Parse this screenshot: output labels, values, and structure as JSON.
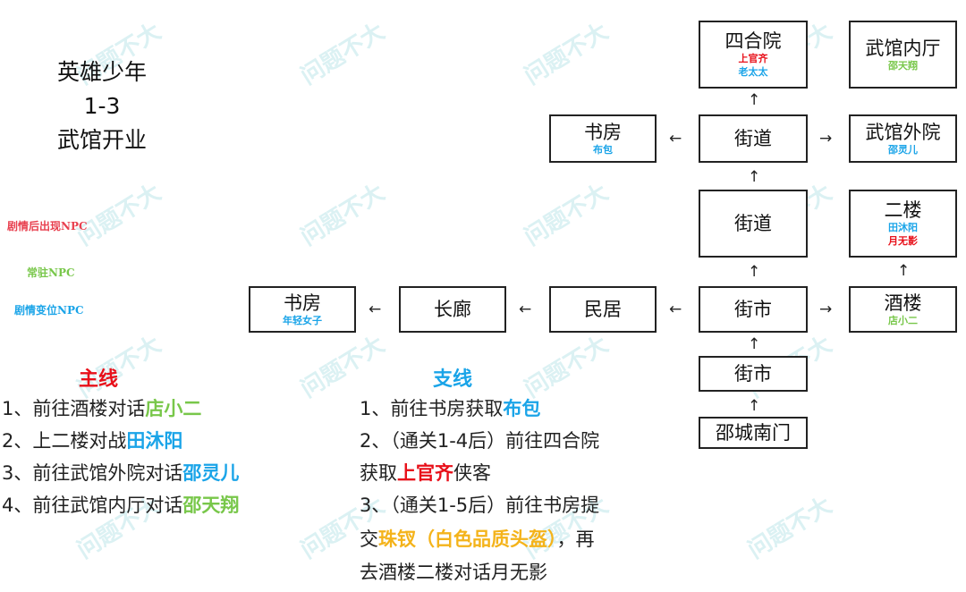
{
  "watermark": "问题不大",
  "title": {
    "line1": "英雄少年",
    "line2": "1-3",
    "line3": "武馆开业"
  },
  "legend": [
    {
      "label": "剧情后出现NPC",
      "color": "#e8404f"
    },
    {
      "label": "常驻NPC",
      "color": "#78c74a"
    },
    {
      "label": "剧情变位NPC",
      "color": "#1aa4e8"
    }
  ],
  "nodes": {
    "siheyuan": {
      "name": "四合院",
      "sub1": "上官齐",
      "sub2": "老太太"
    },
    "neiting": {
      "name": "武馆内厅",
      "sub1": "邵天翔"
    },
    "shufang1": {
      "name": "书房",
      "sub1": "布包"
    },
    "jiedao1": {
      "name": "街道"
    },
    "waiyuan": {
      "name": "武馆外院",
      "sub1": "邵灵儿"
    },
    "jiedao2": {
      "name": "街道"
    },
    "erlou": {
      "name": "二楼",
      "sub1": "田沐阳",
      "sub2": "月无影"
    },
    "shufang2": {
      "name": "书房",
      "sub1": "年轻女子"
    },
    "changlang": {
      "name": "长廊"
    },
    "minju": {
      "name": "民居"
    },
    "jieshi1": {
      "name": "街市"
    },
    "jiulou": {
      "name": "酒楼",
      "sub1": "店小二"
    },
    "jieshi2": {
      "name": "街市"
    },
    "nanmen": {
      "name": "邵城南门"
    }
  },
  "arrows": {
    "left": "←",
    "right": "→",
    "up": "↑"
  },
  "main": {
    "title": "主线",
    "items": [
      {
        "prefix": "1、前往酒楼对话",
        "hl": "店小二"
      },
      {
        "prefix": "2、上二楼对战",
        "hl": "田沐阳"
      },
      {
        "prefix": "3、前往武馆外院对话",
        "hl": "邵灵儿"
      },
      {
        "prefix": "4、前往武馆内厅对话",
        "hl": "邵天翔"
      }
    ]
  },
  "side": {
    "title": "支线",
    "l1_prefix": "1、前往书房获取",
    "l1_hl": "布包",
    "l2": "2、（通关1-4后）前往四合院",
    "l3_prefix": "获取",
    "l3_hl": "上官齐",
    "l3_suffix": "侠客",
    "l4": "3、（通关1-5后）前往书房提",
    "l5_prefix": "交",
    "l5_hl": "珠钗（白色品质头盔）",
    "l5_suffix": "，再",
    "l6": "去酒楼二楼对话月无影"
  },
  "colors": {
    "red": "#e8101a",
    "green": "#78c74a",
    "blue": "#1aa4e8",
    "pink": "#e8404f",
    "orange": "#f4b31a"
  }
}
